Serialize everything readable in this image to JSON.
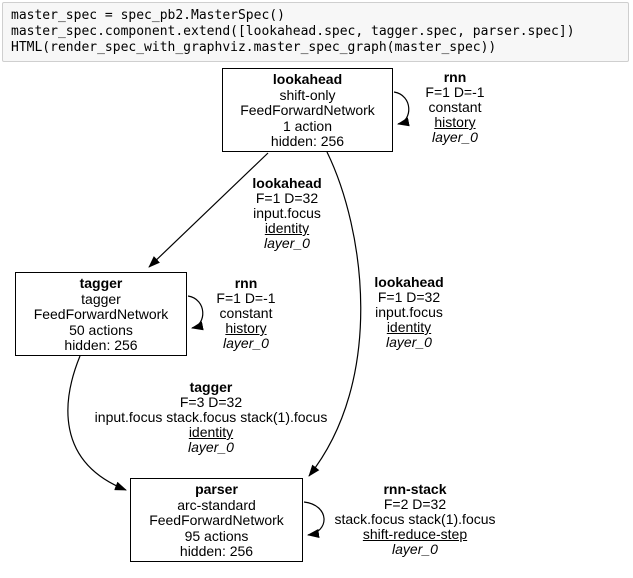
{
  "code_cell": {
    "lines": [
      "master_spec = spec_pb2.MasterSpec()",
      "master_spec.component.extend([lookahead.spec, tagger.spec, parser.spec])",
      "HTML(render_spec_with_graphviz.master_spec_graph(master_spec))"
    ]
  },
  "diagram": {
    "nodes": {
      "lookahead": {
        "name": "lookahead",
        "transition": "shift-only",
        "network": "FeedForwardNetwork",
        "actions": "1 action",
        "hidden": "hidden: 256"
      },
      "tagger": {
        "name": "tagger",
        "transition": "tagger",
        "network": "FeedForwardNetwork",
        "actions": "50 actions",
        "hidden": "hidden: 256"
      },
      "parser": {
        "name": "parser",
        "transition": "arc-standard",
        "network": "FeedForwardNetwork",
        "actions": "95 actions",
        "hidden": "hidden: 256"
      }
    },
    "labels": {
      "rnn_lookahead": {
        "title": "rnn",
        "dims": "F=1 D=-1",
        "features": "constant",
        "translator": "history",
        "layer": "layer_0"
      },
      "lookahead_to_tagger": {
        "title": "lookahead",
        "dims": "F=1 D=32",
        "features": "input.focus",
        "translator": "identity",
        "layer": "layer_0"
      },
      "lookahead_to_parser": {
        "title": "lookahead",
        "dims": "F=1 D=32",
        "features": "input.focus",
        "translator": "identity",
        "layer": "layer_0"
      },
      "rnn_tagger": {
        "title": "rnn",
        "dims": "F=1 D=-1",
        "features": "constant",
        "translator": "history",
        "layer": "layer_0"
      },
      "tagger_to_parser": {
        "title": "tagger",
        "dims": "F=3 D=32",
        "features": "input.focus stack.focus stack(1).focus",
        "translator": "identity",
        "layer": "layer_0"
      },
      "rnn_stack_parser": {
        "title": "rnn-stack",
        "dims": "F=2 D=32",
        "features": "stack.focus stack(1).focus",
        "translator": "shift-reduce-step",
        "layer": "layer_0"
      }
    },
    "colors": {
      "edge": "#000000",
      "node_border": "#000000",
      "cell_bg": "#f7f7f7",
      "cell_border": "#cfcfcf"
    }
  }
}
